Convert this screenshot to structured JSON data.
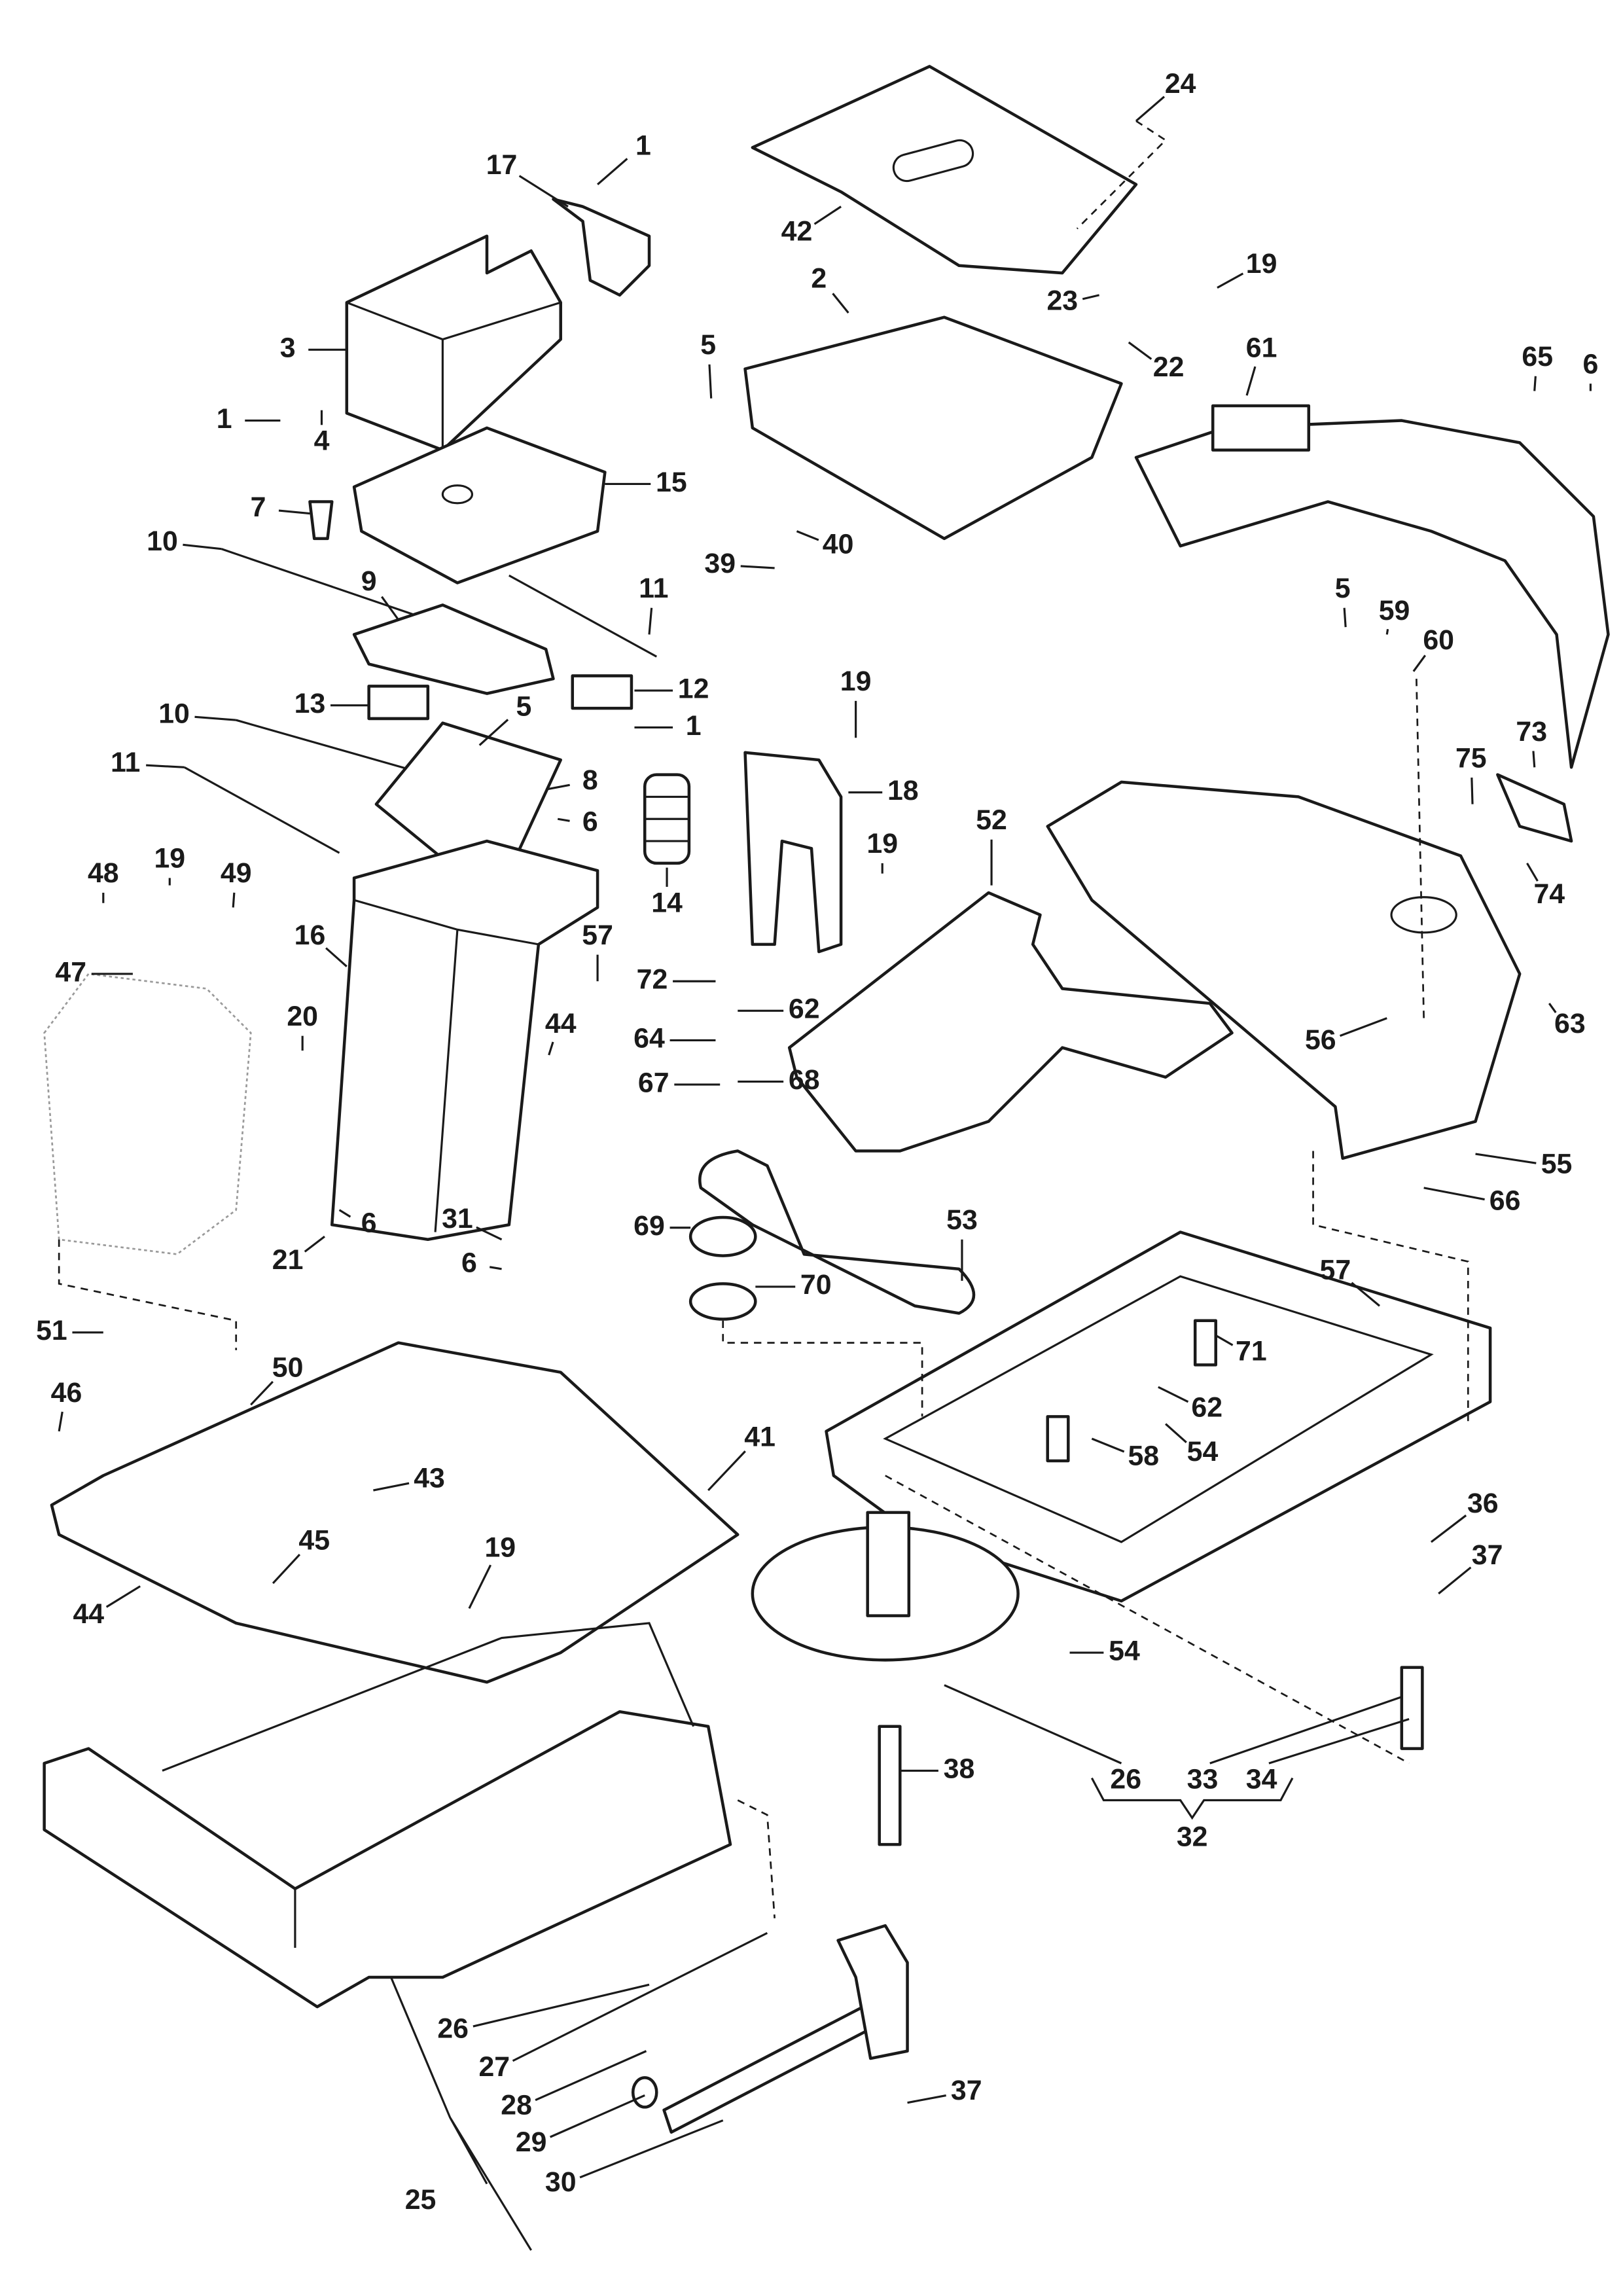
{
  "diagram": {
    "type": "exploded parts diagram",
    "line_color": "#1a1a1a",
    "background": "#ffffff",
    "callouts": [
      "1",
      "17",
      "3",
      "1",
      "4",
      "15",
      "7",
      "10",
      "9",
      "11",
      "13",
      "12",
      "1",
      "5",
      "10",
      "8",
      "11",
      "6",
      "48",
      "19",
      "49",
      "47",
      "16",
      "20",
      "57",
      "44",
      "6",
      "21",
      "31",
      "6",
      "24",
      "42",
      "19",
      "23",
      "2",
      "22",
      "5",
      "61",
      "65",
      "6",
      "40",
      "39",
      "5",
      "59",
      "60",
      "19",
      "18",
      "19",
      "73",
      "75",
      "14",
      "52",
      "74",
      "72",
      "62",
      "64",
      "67",
      "68",
      "63",
      "56",
      "69",
      "53",
      "70",
      "55",
      "66",
      "57",
      "71",
      "51",
      "50",
      "46",
      "62",
      "41",
      "58",
      "54",
      "43",
      "36",
      "45",
      "37",
      "19",
      "44",
      "54",
      "38",
      "26",
      "27",
      "28",
      "29",
      "30",
      "37"
    ],
    "group_right": {
      "items": [
        "26",
        "33",
        "34"
      ],
      "total": "32"
    },
    "group_left": {
      "total": "25"
    }
  }
}
